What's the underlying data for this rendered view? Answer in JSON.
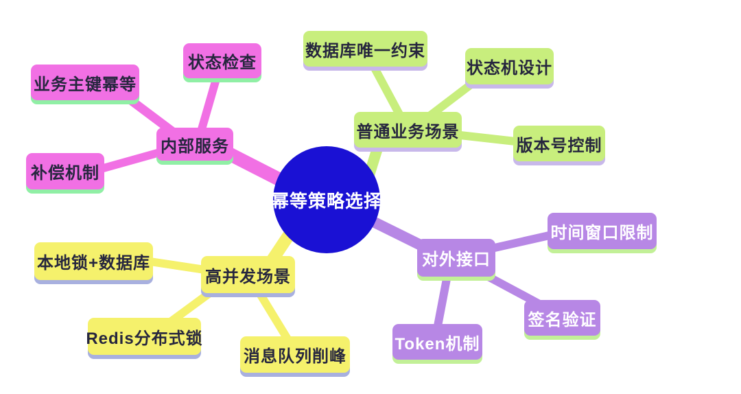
{
  "mindmap": {
    "center": {
      "label": "幂等策略选择"
    },
    "branches": [
      {
        "label": "内部服务",
        "color": "#f170e4",
        "shadow_color": "#90efa5",
        "text_color": "#26263e",
        "children": [
          {
            "label": "业务主键幂等"
          },
          {
            "label": "状态检查"
          },
          {
            "label": "补偿机制"
          }
        ]
      },
      {
        "label": "普通业务场景",
        "color": "#c8ee7d",
        "shadow_color": "#c8b8ea",
        "text_color": "#26263e",
        "children": [
          {
            "label": "数据库唯一约束"
          },
          {
            "label": "状态机设计"
          },
          {
            "label": "版本号控制"
          }
        ]
      },
      {
        "label": "高并发场景",
        "color": "#f5f16c",
        "shadow_color": "#a8b0df",
        "text_color": "#26263e",
        "children": [
          {
            "label": "本地锁+数据库"
          },
          {
            "label": "Redis分布式锁"
          },
          {
            "label": "消息队列削峰"
          }
        ]
      },
      {
        "label": "对外接口",
        "color": "#b787e5",
        "shadow_color": "#c2f097",
        "text_color": "#ffffff",
        "children": [
          {
            "label": "时间窗口限制"
          },
          {
            "label": "签名验证"
          },
          {
            "label": "Token机制"
          }
        ]
      }
    ],
    "colors": {
      "center_fill": "#1a11d4",
      "center_text": "#ffffff",
      "background": "#ffffff"
    }
  }
}
